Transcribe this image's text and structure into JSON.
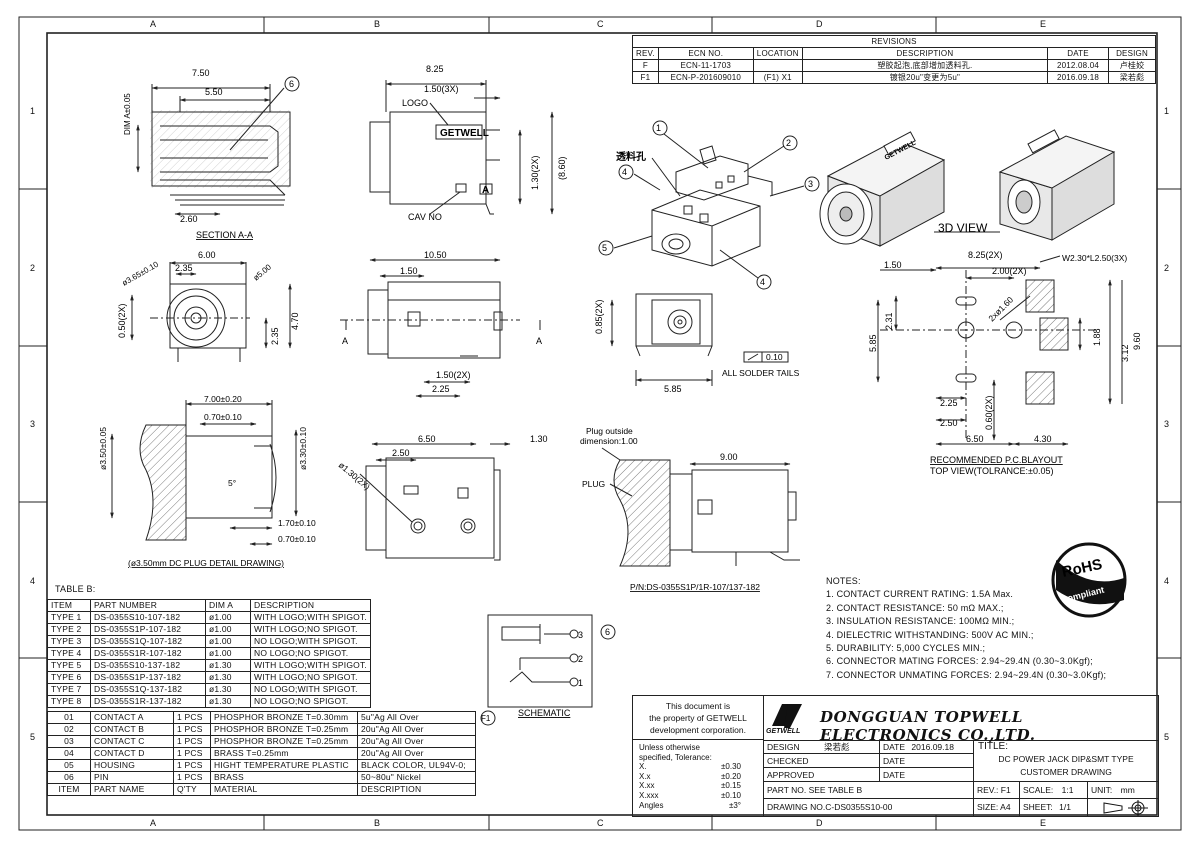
{
  "zones": {
    "columns": [
      "A",
      "B",
      "C",
      "D",
      "E"
    ],
    "rows": [
      "1",
      "2",
      "3",
      "4",
      "5"
    ]
  },
  "revisions": {
    "title": "REVISIONS",
    "headers": [
      "REV.",
      "ECN NO.",
      "LOCATION",
      "DESCRIPTION",
      "DATE",
      "DESIGN"
    ],
    "rows": [
      {
        "rev": "F",
        "ecn": "ECN-11-1703",
        "location": "",
        "description": "塑胶起泡,底部增加透料孔.",
        "date": "2012.08.04",
        "design": "卢桂姣"
      },
      {
        "rev": "F1",
        "ecn": "ECN-P-201609010",
        "location": "(F1) X1",
        "description": "镀银20u\"变更为5u\"",
        "date": "2016.09.18",
        "design": "梁若彪"
      }
    ]
  },
  "section_view": {
    "dims": [
      "7.50",
      "5.50",
      "2.60",
      "DIM A±0.05"
    ],
    "balloon": "6",
    "caption": "SECTION A-A"
  },
  "side_view": {
    "dims": [
      "8.25",
      "1.50(3X)",
      "1.30(2X)",
      "(8.60)"
    ],
    "labels": [
      "LOGO",
      "CAV NO",
      "A"
    ],
    "logo_text": "GETWELL"
  },
  "front_view": {
    "dims": [
      "6.00",
      "ø3.65±0.10",
      "2.35",
      "ø5.00",
      "0.50(2X)",
      "2.35",
      "4.70"
    ]
  },
  "top_view": {
    "dims": [
      "10.50",
      "1.50",
      "1.50(2X)",
      "2.25"
    ],
    "section_marks": [
      "A",
      "A"
    ]
  },
  "plug_detail": {
    "dims": [
      "7.00±0.20",
      "0.70±0.10",
      "ø3.50±0.05",
      "ø3.30±0.10",
      "1.70±0.10",
      "0.70±0.10",
      "5°"
    ],
    "caption": "(ø3.50mm DC PLUG DETAIL DRAWING)"
  },
  "bottom_view": {
    "dims": [
      "6.50",
      "2.50",
      "1.30",
      "ø1.30(2X)"
    ]
  },
  "iso_view": {
    "callouts": [
      "1",
      "2",
      "3",
      "4",
      "4",
      "5"
    ],
    "hole_label": "透料孔"
  },
  "end_view": {
    "dims": [
      "0.85(2X)",
      "5.85",
      "0.10"
    ],
    "note": "ALL SOLDER TAILS"
  },
  "mating_view": {
    "dims": [
      "9.00"
    ],
    "labels": [
      "Plug outside",
      "dimension:1.00",
      "PLUG"
    ],
    "pn": "P/N:DS-0355S1P/1R-107/137-182"
  },
  "view_3d": {
    "label": "3D VIEW",
    "logo_text": "GETWELL"
  },
  "pcb_layout": {
    "dims": [
      "8.25(2X)",
      "2.00(2X)",
      "W2.30*L2.50(3X)",
      "1.50",
      "2.31",
      "2xø1.60",
      "1.88",
      "5.85",
      "3.12",
      "9.60",
      "2.25",
      "2.50",
      "0.60(2X)",
      "6.50",
      "4.30"
    ],
    "caption": "RECOMMENDED P.C.BLAYOUT",
    "subcaption": "TOP VIEW(TOLRANCE:±0.05)"
  },
  "rohs": {
    "line1": "RoHS",
    "line2": "Compliant"
  },
  "table_b": {
    "title": "TABLE B:",
    "headers": [
      "ITEM",
      "PART NUMBER",
      "DIM A",
      "DESCRIPTION"
    ],
    "rows": [
      [
        "TYPE 1",
        "DS-0355S10-107-182",
        "ø1.00",
        "WITH LOGO;WITH SPIGOT."
      ],
      [
        "TYPE 2",
        "DS-0355S1P-107-182",
        "ø1.00",
        "WITH LOGO;NO SPIGOT."
      ],
      [
        "TYPE 3",
        "DS-0355S1Q-107-182",
        "ø1.00",
        "NO LOGO;WITH SPIGOT."
      ],
      [
        "TYPE 4",
        "DS-0355S1R-107-182",
        "ø1.00",
        "NO LOGO;NO SPIGOT."
      ],
      [
        "TYPE 5",
        "DS-0355S10-137-182",
        "ø1.30",
        "WITH LOGO;WITH SPIGOT."
      ],
      [
        "TYPE 6",
        "DS-0355S1P-137-182",
        "ø1.30",
        "WITH LOGO;NO SPIGOT."
      ],
      [
        "TYPE 7",
        "DS-0355S1Q-137-182",
        "ø1.30",
        "NO LOGO;WITH SPIGOT."
      ],
      [
        "TYPE 8",
        "DS-0355S1R-137-182",
        "ø1.30",
        "NO LOGO;NO SPIGOT."
      ]
    ]
  },
  "bom": {
    "headers": [
      "ITEM",
      "PART NAME",
      "Q'TY",
      "MATERIAL",
      "DESCRIPTION"
    ],
    "rows": [
      [
        "01",
        "CONTACT A",
        "1 PCS",
        "PHOSPHOR BRONZE T=0.30mm",
        "5u\"Ag All Over"
      ],
      [
        "02",
        "CONTACT B",
        "1 PCS",
        "PHOSPHOR BRONZE T=0.25mm",
        "20u\"Ag All Over"
      ],
      [
        "03",
        "CONTACT C",
        "1 PCS",
        "PHOSPHOR BRONZE T=0.25mm",
        "20u\"Ag All Over"
      ],
      [
        "04",
        "CONTACT D",
        "1 PCS",
        "BRASS T=0.25mm",
        "20u\"Ag All Over"
      ],
      [
        "05",
        "HOUSING",
        "1 PCS",
        "HIGHT TEMPERATURE PLASTIC",
        "BLACK COLOR, UL94V-0;"
      ],
      [
        "06",
        "PIN",
        "1 PCS",
        "BRASS",
        "50~80u\" Nickel"
      ]
    ],
    "rev_flag": "F1"
  },
  "schematic": {
    "caption": "SCHEMATIC",
    "pins": [
      "3",
      "2",
      "1"
    ],
    "balloon": "6"
  },
  "notes": {
    "title": "NOTES:",
    "items": [
      "1. CONTACT CURRENT RATING: 1.5A Max.",
      "2. CONTACT RESISTANCE: 50 mΩ MAX.;",
      "3. INSULATION RESISTANCE: 100MΩ MIN.;",
      "4. DIELECTRIC WITHSTANDING: 500V AC MIN.;",
      "5. DURABILITY: 5,000 CYCLES MIN.;",
      "6. CONNECTOR MATING FORCES: 2.94~29.4N (0.30~3.0Kgf);",
      "7. CONNECTOR UNMATING FORCES: 2.94~29.4N (0.30~3.0Kgf);"
    ]
  },
  "title_block": {
    "property_note": [
      "This document is",
      "the property of GETWELL",
      "development corporation."
    ],
    "logo_text": "GETWELL",
    "company": "DONGGUAN TOPWELL ELECTRONICS CO.,LTD.",
    "tolerance_title": [
      "Unless otherwise",
      "specified, Tolerance:"
    ],
    "tolerances": [
      [
        "X.",
        "±0.30"
      ],
      [
        "X.x",
        "±0.20"
      ],
      [
        "X.xx",
        "±0.15"
      ],
      [
        "X.xxx",
        "±0.10"
      ],
      [
        "Angles",
        "±3°"
      ]
    ],
    "design_label": "DESIGN",
    "design_value": "梁若彪",
    "date_label": "DATE",
    "date_value": "2016.09.18",
    "checked_label": "CHECKED",
    "approved_label": "APPROVED",
    "title_label": "TITLE:",
    "title_line1": "DC POWER JACK DIP&SMT TYPE",
    "title_line2": "CUSTOMER DRAWING",
    "part_no": "PART NO. SEE TABLE B",
    "rev_label": "REV.:",
    "rev_value": "F1",
    "scale_label": "SCALE:",
    "scale_value": "1:1",
    "unit_label": "UNIT:",
    "unit_value": "mm",
    "drawing_no": "DRAWING NO.C-DS0355S10-00",
    "size_label": "SIZE:",
    "size_value": "A4",
    "sheet_label": "SHEET:",
    "sheet_value": "1/1"
  }
}
